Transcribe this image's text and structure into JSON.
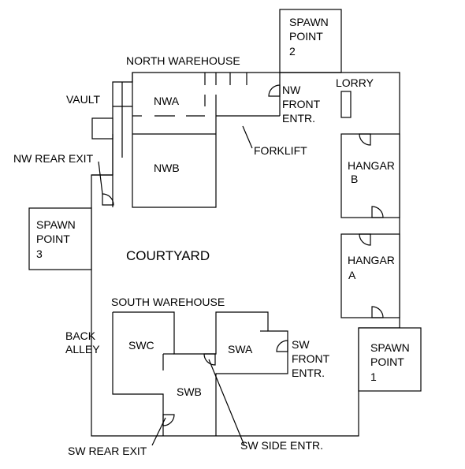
{
  "labels": {
    "north_warehouse": "NORTH WAREHOUSE",
    "vault": "VAULT",
    "nwa": "NWA",
    "nwb": "NWB",
    "nw_rear_exit": "NW REAR EXIT",
    "nw_front_line1": "NW",
    "nw_front_line2": "FRONT",
    "nw_front_line3": "ENTR.",
    "forklift": "FORKLIFT",
    "lorry": "LORRY",
    "spawn2_line1": "SPAWN",
    "spawn2_line2": "POINT",
    "spawn2_line3": "2",
    "hangar_b_line1": "HANGAR",
    "hangar_b_line2": "B",
    "spawn3_line1": "SPAWN",
    "spawn3_line2": "POINT",
    "spawn3_line3": "3",
    "courtyard": "COURTYARD",
    "hangar_a_line1": "HANGAR",
    "hangar_a_line2": "A",
    "south_warehouse": "SOUTH WAREHOUSE",
    "back_alley_line1": "BACK",
    "back_alley_line2": "ALLEY",
    "swc": "SWC",
    "swa": "SWA",
    "swb": "SWB",
    "sw_front_line1": "SW",
    "sw_front_line2": "FRONT",
    "sw_front_line3": "ENTR.",
    "spawn1_line1": "SPAWN",
    "spawn1_line2": "POINT",
    "spawn1_line3": "1",
    "sw_rear_exit": "SW REAR EXIT",
    "sw_side_entr": "SW SIDE ENTR."
  }
}
